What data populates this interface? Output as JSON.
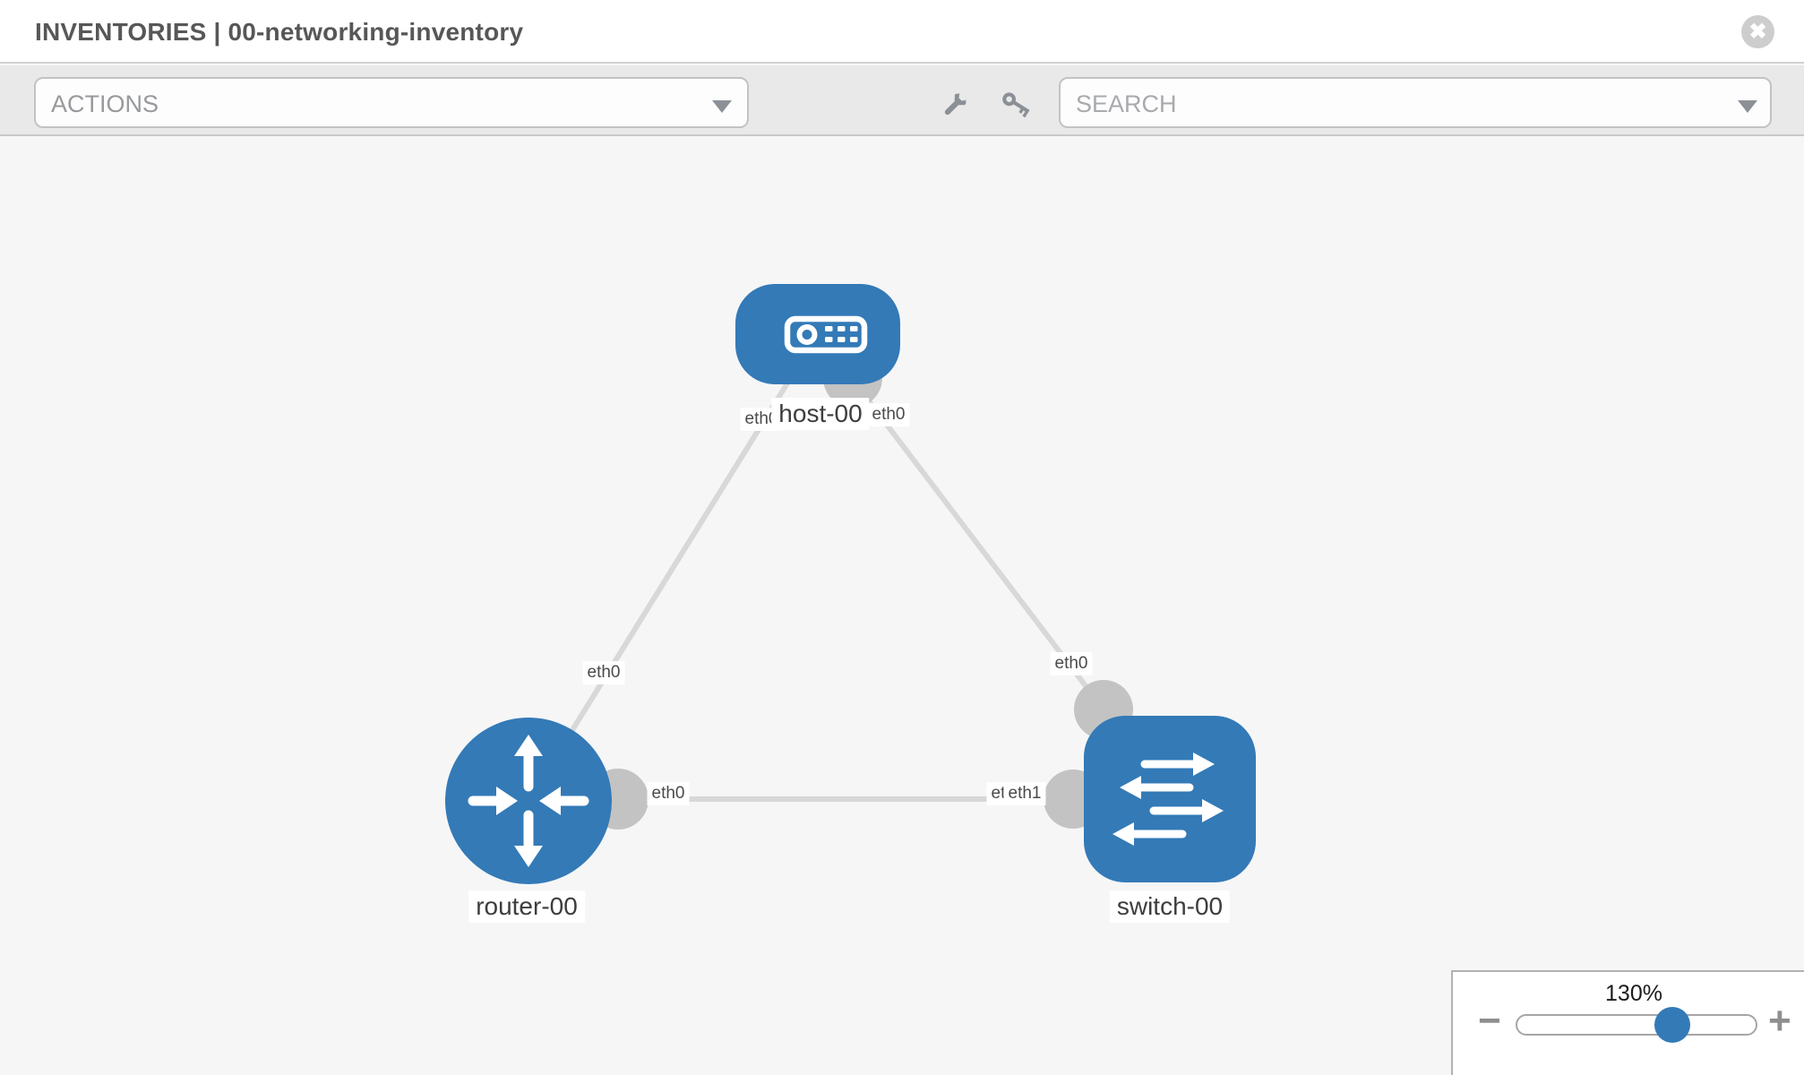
{
  "header": {
    "title": "INVENTORIES | 00-networking-inventory",
    "close_label": "✖"
  },
  "toolbar": {
    "actions_label": "ACTIONS",
    "search_placeholder": "SEARCH",
    "icons": [
      "wrench-icon",
      "key-icon"
    ]
  },
  "topology": {
    "nodes": [
      {
        "id": "host-00",
        "type": "host",
        "label": "host-00"
      },
      {
        "id": "router-00",
        "type": "router",
        "label": "router-00"
      },
      {
        "id": "switch-00",
        "type": "switch",
        "label": "switch-00"
      }
    ],
    "links": [
      {
        "from": "host-00",
        "from_interface": "eth0",
        "to": "router-00",
        "to_interface": "eth0"
      },
      {
        "from": "host-00",
        "from_interface": "eth0",
        "to": "switch-00",
        "to_interface": "eth0"
      },
      {
        "from": "router-00",
        "from_interface": "eth0",
        "to": "switch-00",
        "to_interface": "eth1"
      }
    ],
    "interface_labels": {
      "host_end_left": "eth0",
      "host_end_right": "eth0",
      "router_top": "eth0",
      "switch_top": "eth0",
      "router_right": "eth0",
      "switch_left_back": "eth0",
      "switch_left_front": "eth1"
    }
  },
  "zoom_control": {
    "level": "130%",
    "percent_along_track": 64,
    "minus_label": "−",
    "plus_label": "+"
  },
  "colors": {
    "node_blue": "#337ab7",
    "link_gray": "#d8d8d8",
    "connector_gray": "#c3c3c3",
    "icon_gray": "#8b9096"
  }
}
